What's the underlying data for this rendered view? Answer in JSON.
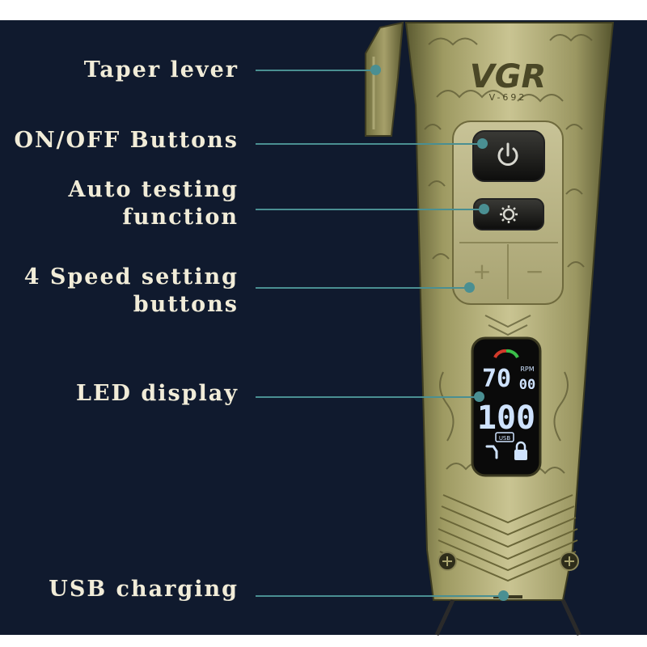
{
  "brand": {
    "name": "VGR",
    "model": "V-692"
  },
  "colors": {
    "background": "#101a2e",
    "gold": "#b7b07a",
    "dark_gold": "#6f6a3d",
    "accent": "#4a8f92",
    "label_text": "#f1ecd8"
  },
  "callouts": [
    {
      "id": "taper-lever",
      "lines": [
        "Taper lever"
      ]
    },
    {
      "id": "on-off-buttons",
      "lines": [
        "ON/OFF Buttons"
      ]
    },
    {
      "id": "auto-testing",
      "lines": [
        "Auto testing",
        "function"
      ]
    },
    {
      "id": "speed-buttons",
      "lines": [
        "4 Speed setting",
        "buttons"
      ]
    },
    {
      "id": "led-display",
      "lines": [
        "LED display"
      ]
    },
    {
      "id": "usb-charging",
      "lines": [
        "USB charging"
      ]
    }
  ],
  "display": {
    "top_value": "70",
    "top_unit": "RPM",
    "top_right": "00",
    "main_value": "100",
    "badge": "USB"
  },
  "controls": {
    "plus": "+",
    "minus": "−"
  },
  "icons": {
    "power": "power-icon",
    "gear": "gear-icon",
    "lock": "lock-icon",
    "blade": "blade-icon"
  }
}
